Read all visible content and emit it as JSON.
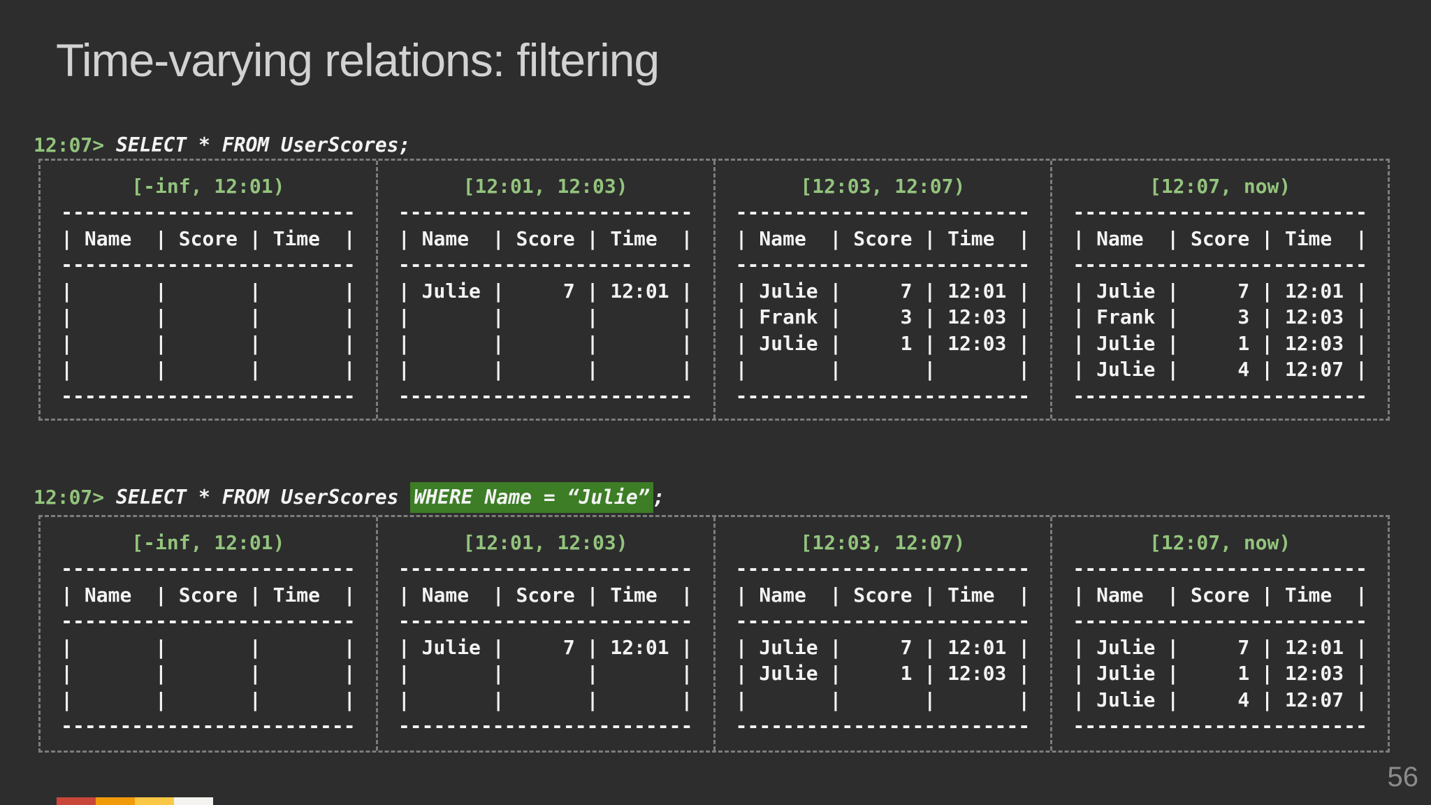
{
  "slide": {
    "title": "Time-varying relations: filtering",
    "page_number": "56",
    "colors": {
      "background": "#2d2d2d",
      "title": "#d2d2d2",
      "green": "#93c47d",
      "highlight_bg": "#3c7d26",
      "table_text": "#f3f3f3",
      "border_gray": "#7c7c7c",
      "page_number": "#8c8c8c"
    },
    "logo_colors": [
      "#c9473a",
      "#f29b0a",
      "#fbc846",
      "#f5f3ef"
    ]
  },
  "query1": {
    "prompt": "12:07>",
    "sql": " SELECT * FROM UserScores;"
  },
  "query2": {
    "prompt": "12:07>",
    "sql_before": " SELECT * FROM UserScores ",
    "sql_highlight": "WHERE Name = “Julie”",
    "sql_after": ";"
  },
  "sections": [
    {
      "panels": [
        {
          "interval": "[-inf, 12:01)",
          "table": "-------------------------\n| Name  | Score | Time  |\n-------------------------\n|       |       |       |\n|       |       |       |\n|       |       |       |\n|       |       |       |\n-------------------------"
        },
        {
          "interval": "[12:01, 12:03)",
          "table": "-------------------------\n| Name  | Score | Time  |\n-------------------------\n| Julie |     7 | 12:01 |\n|       |       |       |\n|       |       |       |\n|       |       |       |\n-------------------------"
        },
        {
          "interval": "[12:03, 12:07)",
          "table": "-------------------------\n| Name  | Score | Time  |\n-------------------------\n| Julie |     7 | 12:01 |\n| Frank |     3 | 12:03 |\n| Julie |     1 | 12:03 |\n|       |       |       |\n-------------------------"
        },
        {
          "interval": "[12:07, now)",
          "table": "-------------------------\n| Name  | Score | Time  |\n-------------------------\n| Julie |     7 | 12:01 |\n| Frank |     3 | 12:03 |\n| Julie |     1 | 12:03 |\n| Julie |     4 | 12:07 |\n-------------------------"
        }
      ]
    },
    {
      "panels": [
        {
          "interval": "[-inf, 12:01)",
          "table": "-------------------------\n| Name  | Score | Time  |\n-------------------------\n|       |       |       |\n|       |       |       |\n|       |       |       |\n-------------------------"
        },
        {
          "interval": "[12:01, 12:03)",
          "table": "-------------------------\n| Name  | Score | Time  |\n-------------------------\n| Julie |     7 | 12:01 |\n|       |       |       |\n|       |       |       |\n-------------------------"
        },
        {
          "interval": "[12:03, 12:07)",
          "table": "-------------------------\n| Name  | Score | Time  |\n-------------------------\n| Julie |     7 | 12:01 |\n| Julie |     1 | 12:03 |\n|       |       |       |\n-------------------------"
        },
        {
          "interval": "[12:07, now)",
          "table": "-------------------------\n| Name  | Score | Time  |\n-------------------------\n| Julie |     7 | 12:01 |\n| Julie |     1 | 12:03 |\n| Julie |     4 | 12:07 |\n-------------------------"
        }
      ]
    }
  ]
}
